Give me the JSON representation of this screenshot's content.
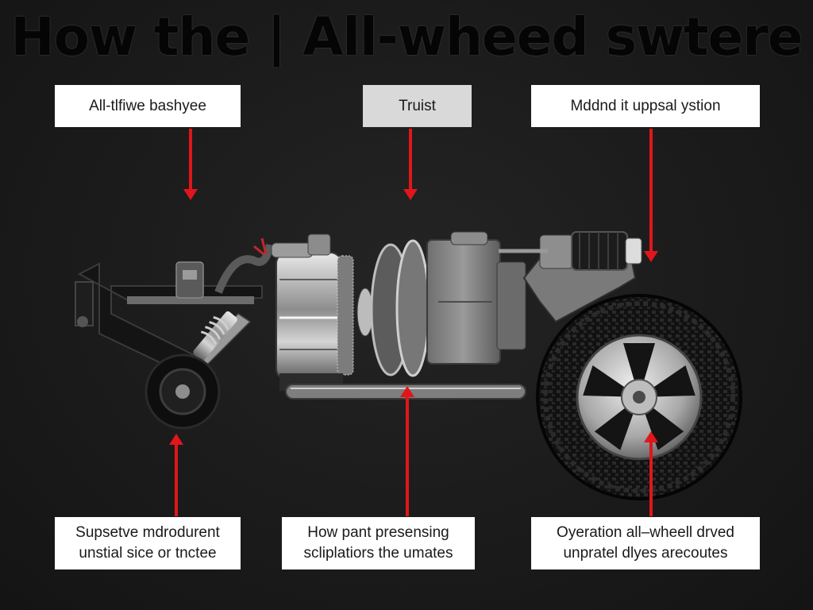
{
  "title": "How the | All-wheed swtere",
  "callouts": {
    "top_left": {
      "lines": [
        "All-tlfiwe bashyee"
      ]
    },
    "top_mid": {
      "lines": [
        "Truist"
      ]
    },
    "top_right": {
      "lines": [
        "Mddnd it uppsal ystion"
      ]
    },
    "bottom_left": {
      "lines": [
        "Supsetve mdrodurent",
        "unstial sice or tnctee"
      ]
    },
    "bottom_mid": {
      "lines": [
        "How pant presensing",
        "scliplatiors the umates"
      ]
    },
    "bottom_right": {
      "lines": [
        "Oyeration all–wheell drved",
        "unpratel dlyes arecoutes"
      ]
    }
  },
  "colors": {
    "background": "#1b1b1b",
    "arrow": "#e0161b",
    "callout_bg": "#ffffff",
    "callout_bg_highlight": "#d9d9d9",
    "metal": "#a9a9a9",
    "tire": "#0f0f0f"
  }
}
